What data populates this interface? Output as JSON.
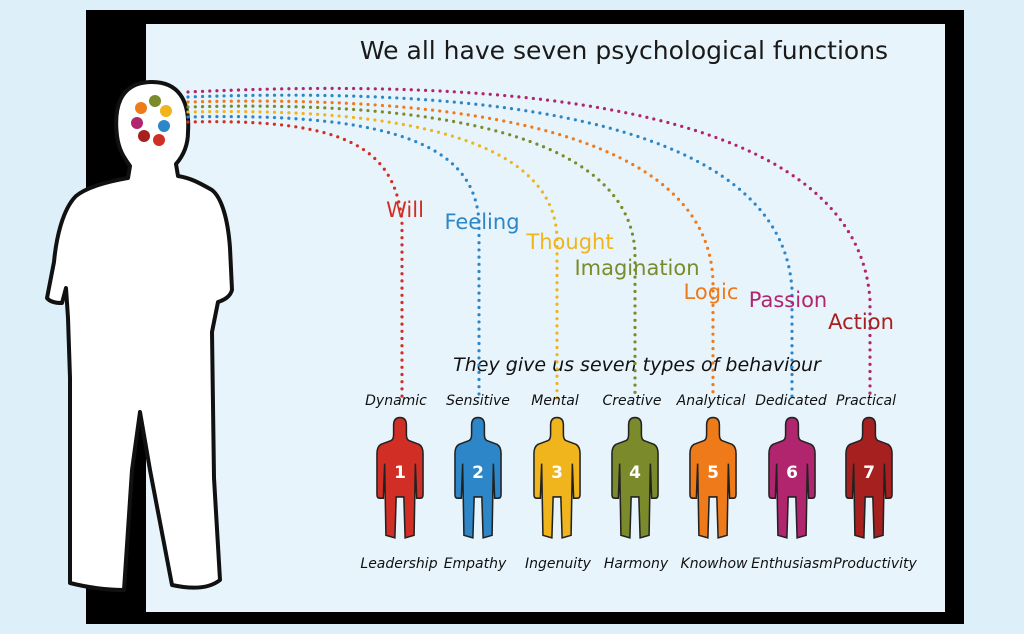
{
  "title": "We all have seven psychological functions",
  "subtitle": "They give us seven types of behaviour",
  "colors": {
    "background": "#ddf0f9",
    "frame": "#000000",
    "panel": "#e8f4fb"
  },
  "functions": [
    {
      "number": "1",
      "function": "Will",
      "behaviour": "Dynamic",
      "quality": "Leadership",
      "color": "#d12f25"
    },
    {
      "number": "2",
      "function": "Feeling",
      "behaviour": "Sensitive",
      "quality": "Empathy",
      "color": "#2d86c7"
    },
    {
      "number": "3",
      "function": "Thought",
      "behaviour": "Mental",
      "quality": "Ingenuity",
      "color": "#f0b41c"
    },
    {
      "number": "4",
      "function": "Imagination",
      "behaviour": "Creative",
      "quality": "Harmony",
      "color": "#7b8a2a"
    },
    {
      "number": "5",
      "function": "Logic",
      "behaviour": "Analytical",
      "quality": "Knowhow",
      "color": "#ef7a1a"
    },
    {
      "number": "6",
      "function": "Passion",
      "behaviour": "Dedicated",
      "quality": "Enthusiasm",
      "color": "#b0256e"
    },
    {
      "number": "7",
      "function": "Action",
      "behaviour": "Practical",
      "quality": "Productivity",
      "color": "#a5201f"
    }
  ]
}
